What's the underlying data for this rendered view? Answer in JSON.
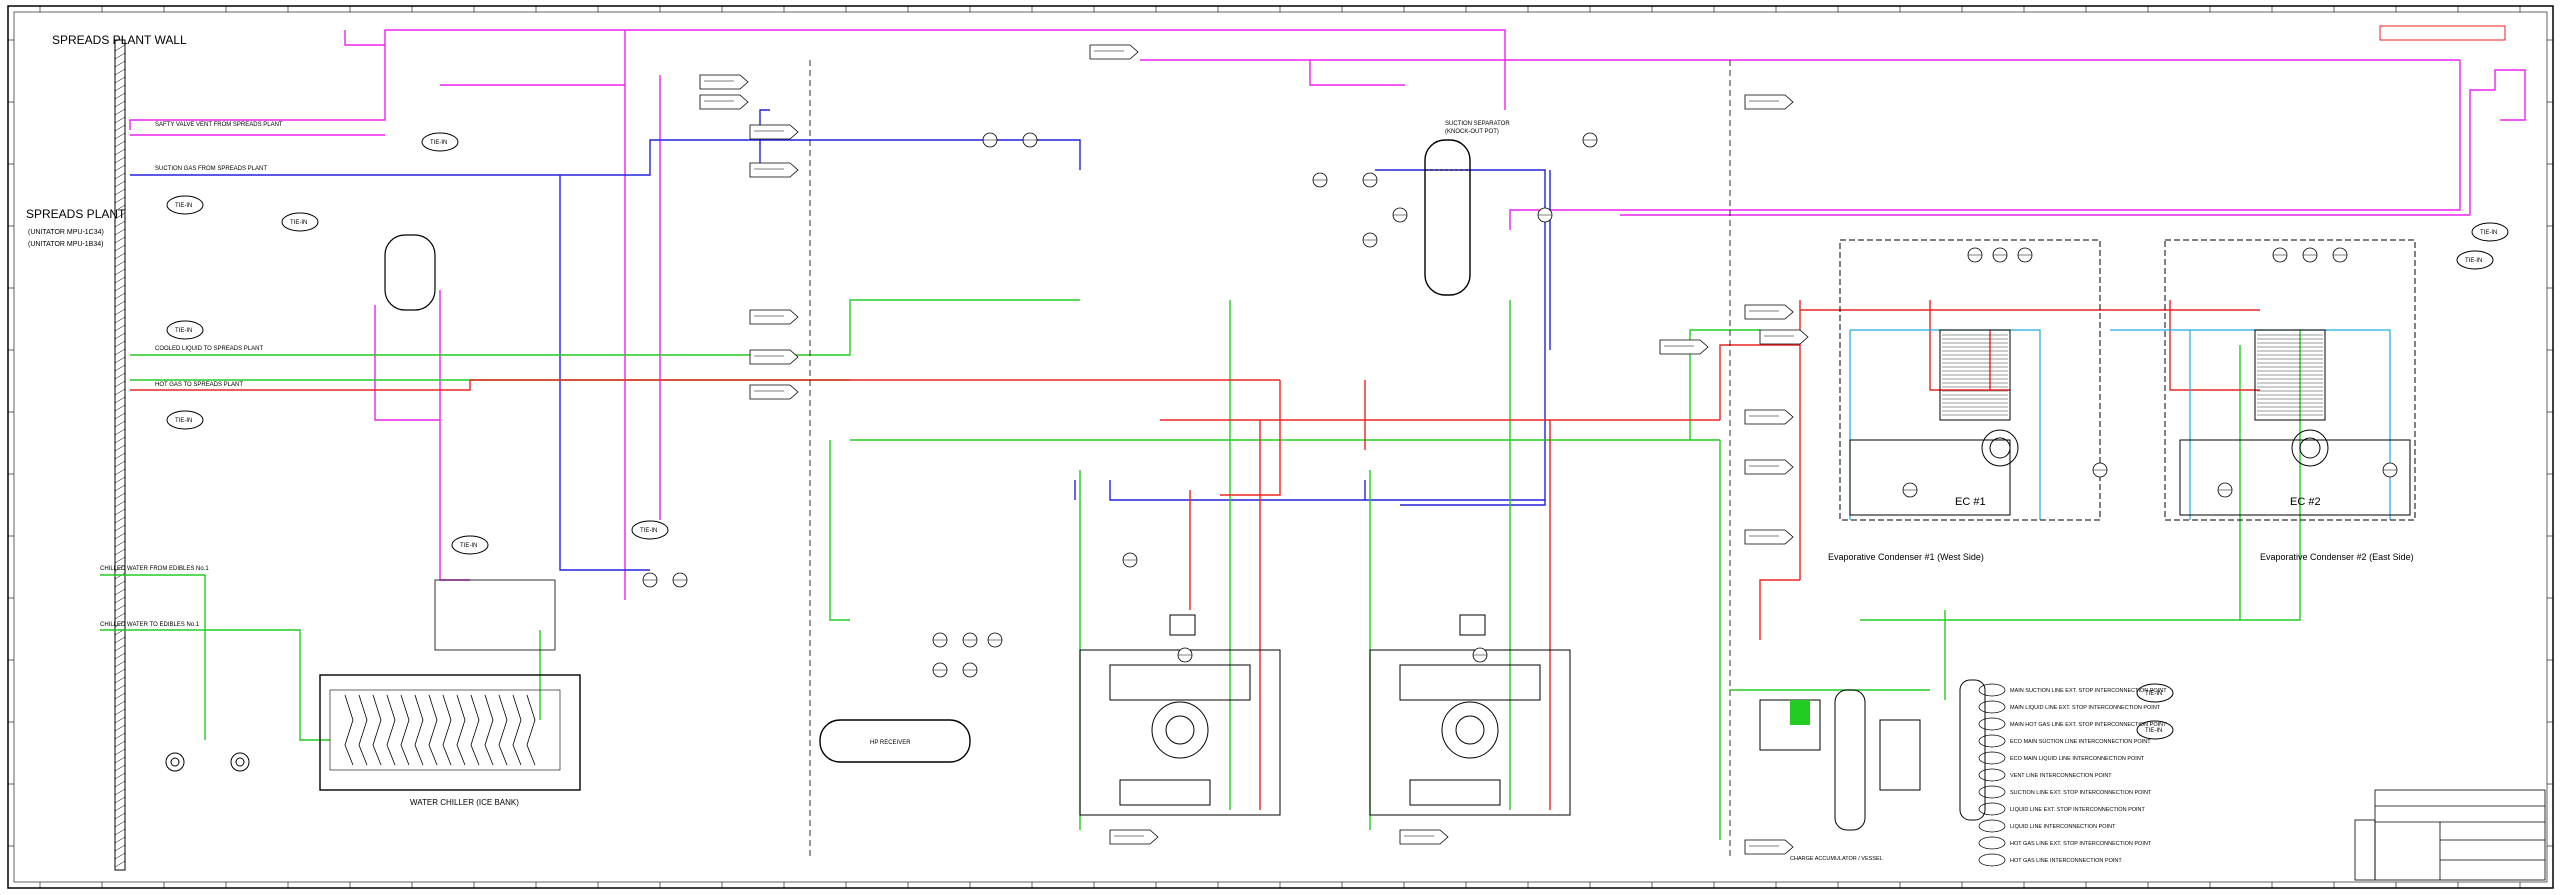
{
  "left_panel": {
    "wall_title": "SPREADS PLANT  WALL",
    "plant_title": "SPREADS PLANT",
    "plant_sub1": "(UNITATOR MPU-1C34)",
    "plant_sub2": "(UNITATOR MPU-1B34)"
  },
  "lines": {
    "safety_vent": "SAFTY VALVE VENT FROM SPREADS PLANT",
    "suction_gas": "SUCTION GAS FROM SPREADS PLANT",
    "cooled_liquid": "COOLED LIQUID TO SPREADS PLANT",
    "hot_gas": "HOT GAS TO SPREADS PLANT",
    "chilled_from": "CHILLED WATER FROM EDIBLES No.1",
    "chilled_to": "CHILLED WATER TO EDIBLES No.1"
  },
  "tie_in": "TIE-IN",
  "equipment": {
    "water_chiller": "WATER CHILLER (ICE BANK)",
    "suction_separator": "SUCTION SEPARATOR",
    "knock_out_pot": "(KNOCK-OUT POT)",
    "ec1": "EC #1",
    "ec2": "EC #2",
    "evap1": "Evaporative Condenser #1 (West Side)",
    "evap2": "Evaporative Condenser #2 (East Side)",
    "ammonia_vessel": "CHARGE ACCUMULATOR / VESSEL",
    "hp_receiver": "HP RECEIVER"
  },
  "legend_rows": [
    "MAIN SUCTION LINE EXT. STOP INTERCONNECTION POINT",
    "MAIN LIQUID LINE EXT. STOP INTERCONNECTION POINT",
    "MAIN HOT GAS LINE EXT. STOP INTERCONNECTION POINT",
    "ECO MAIN SUCTION LINE INTERCONNECTION POINT",
    "ECO MAIN LIQUID LINE INTERCONNECTION POINT",
    "VENT LINE INTERCONNECTION POINT",
    "SUCTION LINE EXT. STOP INTERCONNECTION POINT",
    "LIQUID LINE EXT. STOP INTERCONNECTION POINT",
    "LIQUID LINE INTERCONNECTION POINT",
    "HOT GAS LINE EXT. STOP INTERCONNECTION POINT",
    "HOT GAS LINE INTERCONNECTION POINT"
  ],
  "colors": {
    "suction": "#2222dd",
    "liquid": "#22cc22",
    "hot_gas": "#ee2222",
    "vent": "#ee22ee",
    "water": "#22aadd",
    "frame": "#000000"
  }
}
